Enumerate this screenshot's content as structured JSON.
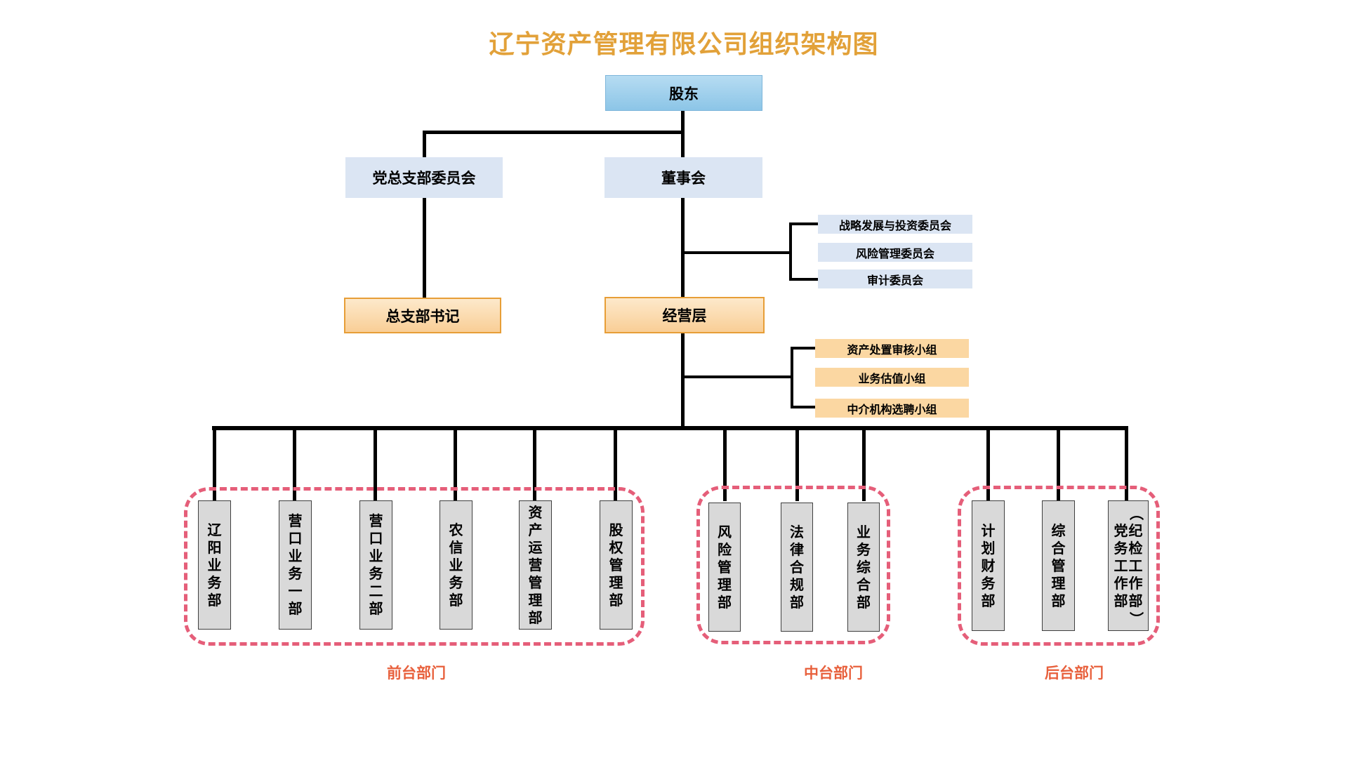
{
  "title": {
    "text": "辽宁资产管理有限公司组织架构图"
  },
  "org": {
    "shareholder": "股东",
    "party_branch_committee": "党总支部委员会",
    "board": "董事会",
    "board_committees": [
      "战略发展与投资委员会",
      "风险管理委员会",
      "审计委员会"
    ],
    "branch_secretary": "总支部书记",
    "management": "经营层",
    "management_groups": [
      "资产处置审核小组",
      "业务估值小组",
      "中介机构选聘小组"
    ]
  },
  "groups": [
    {
      "label": "前台部门",
      "departments": [
        "辽阳业务部",
        "营口业务一部",
        "营口业务二部",
        "农信业务部",
        "资产运营管理部",
        "股权管理部"
      ]
    },
    {
      "label": "中台部门",
      "departments": [
        "风险管理部",
        "法律合规部",
        "业务综合部"
      ]
    },
    {
      "label": "后台部门",
      "departments": [
        "计划财务部",
        "综合管理部",
        "党务工作部（纪检工作部）"
      ],
      "last_dept_columns": {
        "left": "党务工作部",
        "right": "（纪检工作部）"
      }
    }
  ],
  "colors": {
    "title": "#E2A139",
    "section-label": "#E8603C",
    "node-blue-light": "#DBE5F3",
    "node-blue-top": "#B6DCF2",
    "node-blue-bottom": "#8CC5E7",
    "node-blue-border": "#7EB6DA",
    "node-orange-top": "#FDE9CB",
    "node-orange-bottom": "#F9CE96",
    "node-orange-border": "#E79E37",
    "node-orange-light": "#FBD7A2",
    "dept-gray": "#D9D9D9",
    "dept-border": "#3F3F3F",
    "dashed-border": "#E55E79",
    "line": "#000000"
  }
}
